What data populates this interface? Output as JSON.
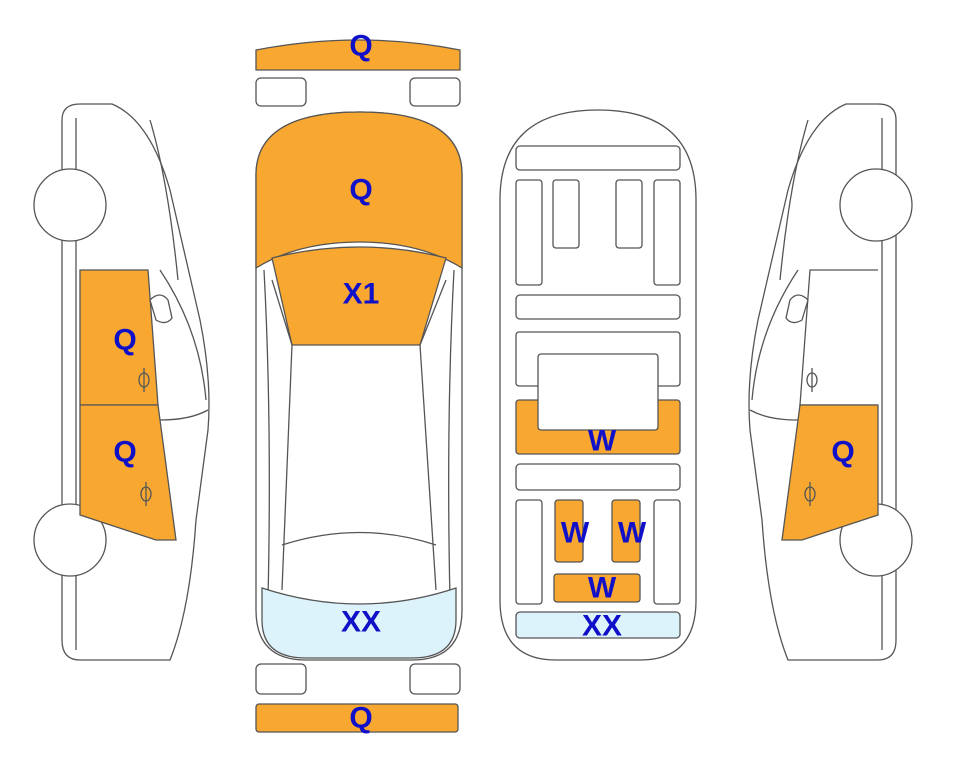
{
  "colors": {
    "damage_fill": "#F8A830",
    "glass_fill": "#DDF3FB",
    "outline": "#555555",
    "code_text": "#1010C8"
  },
  "codes": {
    "front_bumper": "Q",
    "hood": "Q",
    "roof_front": "X1",
    "rear_window": "XX",
    "rear_bumper": "Q",
    "left_front_door": "Q",
    "left_rear_door": "Q",
    "right_rear_door": "Q",
    "floor_center": "W",
    "floor_left_rail": "W",
    "floor_right_rail": "W",
    "floor_rear_cross": "W",
    "floor_rear_panel": "XX"
  }
}
